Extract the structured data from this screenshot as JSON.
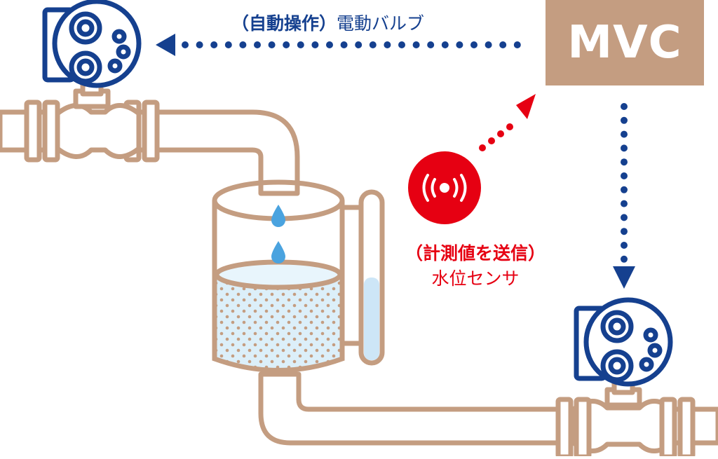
{
  "controller": {
    "label": "MVC"
  },
  "valve_top": {
    "mode_label": "（自動操作）",
    "name_label": "電動バルブ"
  },
  "sensor": {
    "action_label": "（計測値を送信）",
    "name_label": "水位センサ"
  },
  "colors": {
    "pipe": "#c49d81",
    "blue": "#15408f",
    "red": "#e60012",
    "water": "#dceff9",
    "water_dots": "#c49d81",
    "drop": "#4aa3df",
    "gauge_fill": "#cde6f7"
  },
  "icons": [
    "motor-valve-icon",
    "radio-wave-sensor-icon",
    "water-drop-icon"
  ]
}
